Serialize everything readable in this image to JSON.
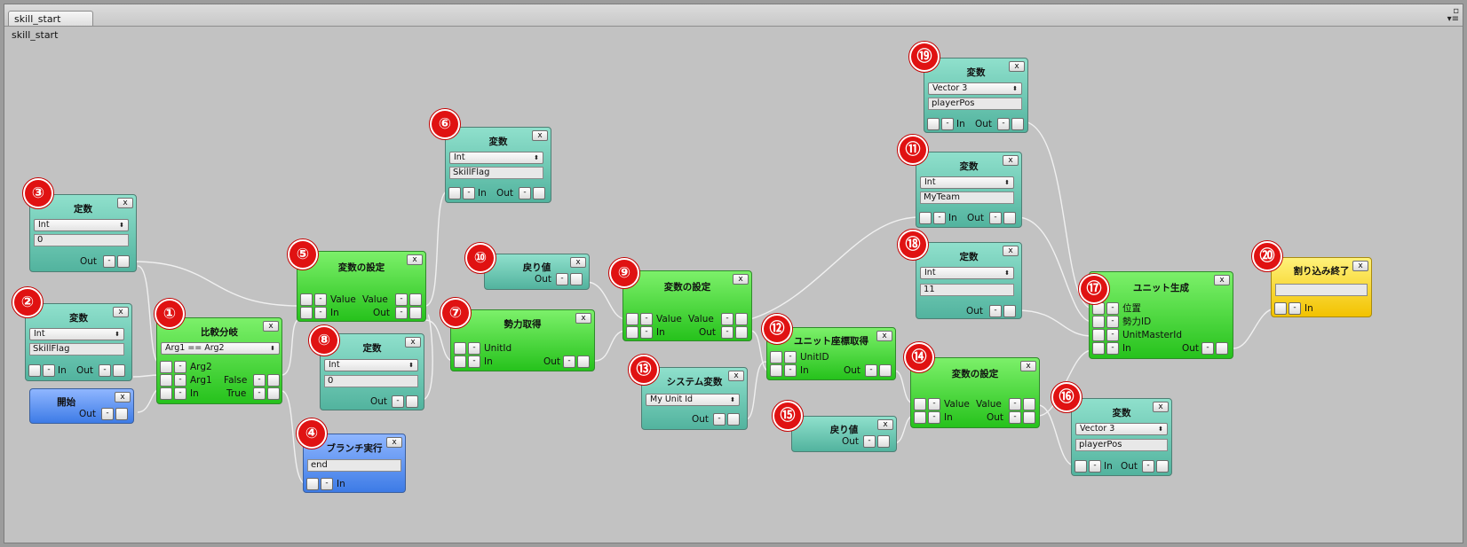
{
  "window": {
    "tab_label": "skill_start",
    "graph_title": "skill_start",
    "control_icons": [
      "maximize-icon",
      "menu-icon"
    ]
  },
  "nodes": [
    {
      "id": "n1",
      "title": "比較分岐",
      "close": "x",
      "dropdown": "Arg1 == Arg2",
      "ports": {
        "arg2": "Arg2",
        "arg1": "Arg1",
        "in": "In",
        "false": "False",
        "true": "True"
      }
    },
    {
      "id": "n2",
      "title": "変数",
      "close": "x",
      "dropdown": "Int",
      "value": "SkillFlag",
      "ports": {
        "in": "In",
        "out": "Out"
      }
    },
    {
      "id": "n3",
      "title": "定数",
      "close": "x",
      "dropdown": "Int",
      "value": "0",
      "ports": {
        "out": "Out"
      }
    },
    {
      "id": "n4",
      "title": "ブランチ実行",
      "close": "x",
      "value": "end",
      "ports": {
        "in": "In"
      }
    },
    {
      "id": "n5",
      "title": "変数の設定",
      "close": "x",
      "ports": {
        "value_in": "Value",
        "value_out": "Value",
        "in": "In",
        "out": "Out"
      }
    },
    {
      "id": "n6",
      "title": "変数",
      "close": "x",
      "dropdown": "Int",
      "value": "SkillFlag",
      "ports": {
        "in": "In",
        "out": "Out"
      }
    },
    {
      "id": "n7",
      "title": "勢力取得",
      "close": "x",
      "ports": {
        "unitid": "UnitId",
        "in": "In",
        "out": "Out"
      }
    },
    {
      "id": "n8",
      "title": "定数",
      "close": "x",
      "dropdown": "Int",
      "value": "0",
      "ports": {
        "out": "Out"
      }
    },
    {
      "id": "n9",
      "title": "変数の設定",
      "close": "x",
      "ports": {
        "value_in": "Value",
        "value_out": "Value",
        "in": "In",
        "out": "Out"
      }
    },
    {
      "id": "n10",
      "title": "戻り値",
      "close": "x",
      "ports": {
        "out": "Out"
      }
    },
    {
      "id": "n11",
      "title": "変数",
      "close": "x",
      "dropdown": "Int",
      "value": "MyTeam",
      "ports": {
        "in": "In",
        "out": "Out"
      }
    },
    {
      "id": "n12",
      "title": "ユニット座標取得",
      "close": "x",
      "ports": {
        "unitid": "UnitID",
        "in": "In",
        "out": "Out"
      }
    },
    {
      "id": "n13",
      "title": "システム変数",
      "close": "x",
      "dropdown": "My Unit Id",
      "ports": {
        "out": "Out"
      }
    },
    {
      "id": "n14",
      "title": "変数の設定",
      "close": "x",
      "ports": {
        "value_in": "Value",
        "value_out": "Value",
        "in": "In",
        "out": "Out"
      }
    },
    {
      "id": "n15",
      "title": "戻り値",
      "close": "x",
      "ports": {
        "out": "Out"
      }
    },
    {
      "id": "n16",
      "title": "変数",
      "close": "x",
      "dropdown": "Vector 3",
      "value": "playerPos",
      "ports": {
        "in": "In",
        "out": "Out"
      }
    },
    {
      "id": "n17",
      "title": "ユニット生成",
      "close": "x",
      "ports": {
        "pos": "位置",
        "team": "勢力ID",
        "master": "UnitMasterId",
        "in": "In",
        "out": "Out"
      }
    },
    {
      "id": "n18",
      "title": "定数",
      "close": "x",
      "dropdown": "Int",
      "value": "11",
      "ports": {
        "out": "Out"
      }
    },
    {
      "id": "n19",
      "title": "変数",
      "close": "x",
      "dropdown": "Vector 3",
      "value": "playerPos",
      "ports": {
        "in": "In",
        "out": "Out"
      }
    },
    {
      "id": "n20",
      "title": "割り込み終了",
      "close": "x",
      "value": "",
      "ports": {
        "in": "In"
      }
    },
    {
      "id": "n_start",
      "title": "開始",
      "close": "x",
      "ports": {
        "out": "Out"
      }
    }
  ],
  "badges": [
    "①",
    "②",
    "③",
    "④",
    "⑤",
    "⑥",
    "⑦",
    "⑧",
    "⑨",
    "⑩",
    "⑪",
    "⑫",
    "⑬",
    "⑭",
    "⑮",
    "⑯",
    "⑰",
    "⑱",
    "⑲",
    "⑳"
  ],
  "port_button_glyphs": {
    "blank": "",
    "minus": "-"
  },
  "colors": {
    "canvas": "#c2c2c2",
    "var_node": "#6ccbb5",
    "action_node": "#33cc28",
    "flow_node": "#4f8cf0",
    "end_node": "#f5d020",
    "badge": "#e01212",
    "wire": "#f2f2f2"
  }
}
